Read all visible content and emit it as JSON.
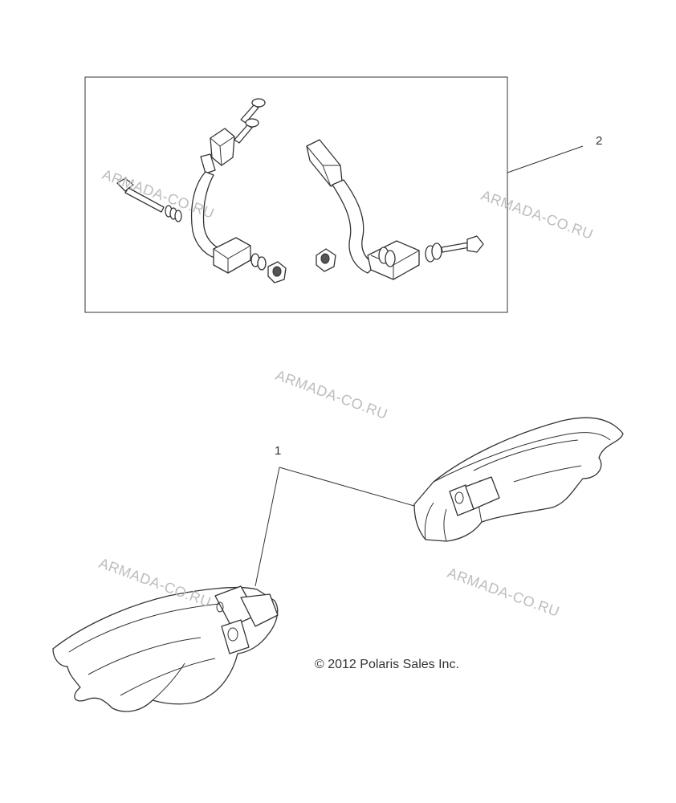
{
  "callouts": [
    {
      "id": "1",
      "text": "1"
    },
    {
      "id": "2",
      "text": "2"
    }
  ],
  "watermark": "ARMADA-CO.RU",
  "copyright": "© 2012 Polaris Sales Inc."
}
